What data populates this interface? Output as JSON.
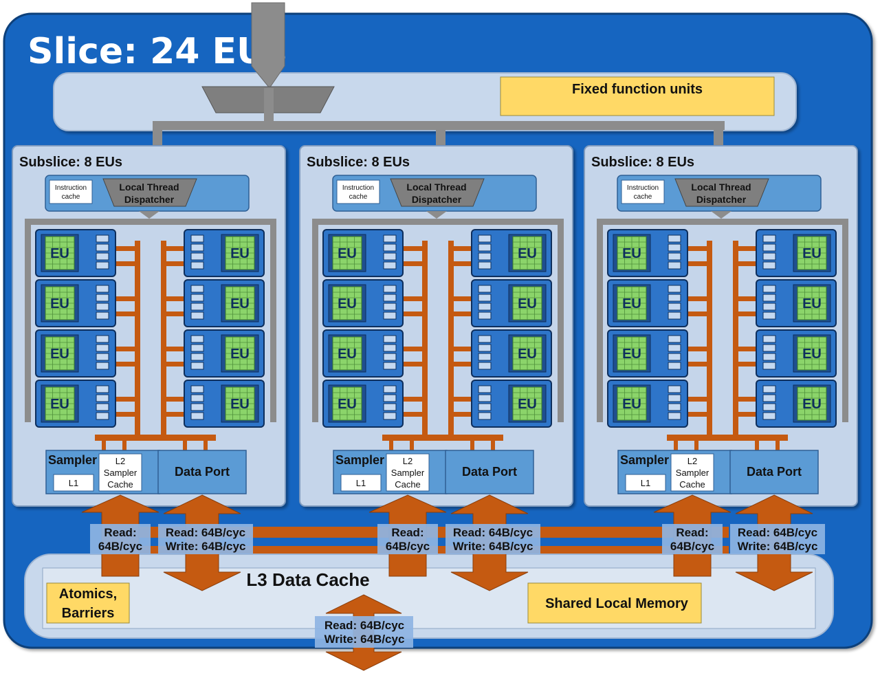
{
  "slice": {
    "title": "Slice: 24 EUs"
  },
  "fixed_function": {
    "label": "Fixed function units"
  },
  "subslices": [
    {
      "title": "Subslice: 8 EUs",
      "instruction_cache": [
        "Instruction",
        "cache"
      ],
      "dispatcher": [
        "Local Thread",
        "Dispatcher"
      ],
      "eu_label": "EU",
      "sampler": "Sampler",
      "l1": "L1",
      "l2": [
        "L2",
        "Sampler",
        "Cache"
      ],
      "data_port": "Data Port",
      "read_bw": [
        "Read:",
        "64B/cyc"
      ],
      "rw_bw": [
        "Read: 64B/cyc",
        "Write: 64B/cyc"
      ]
    },
    {
      "title": "Subslice: 8 EUs",
      "instruction_cache": [
        "Instruction",
        "cache"
      ],
      "dispatcher": [
        "Local Thread",
        "Dispatcher"
      ],
      "eu_label": "EU",
      "sampler": "Sampler",
      "l1": "L1",
      "l2": [
        "L2",
        "Sampler",
        "Cache"
      ],
      "data_port": "Data Port",
      "read_bw": [
        "Read:",
        "64B/cyc"
      ],
      "rw_bw": [
        "Read: 64B/cyc",
        "Write: 64B/cyc"
      ]
    },
    {
      "title": "Subslice: 8 EUs",
      "instruction_cache": [
        "Instruction",
        "cache"
      ],
      "dispatcher": [
        "Local Thread",
        "Dispatcher"
      ],
      "eu_label": "EU",
      "sampler": "Sampler",
      "l1": "L1",
      "l2": [
        "L2",
        "Sampler",
        "Cache"
      ],
      "data_port": "Data Port",
      "read_bw": [
        "Read:",
        "64B/cyc"
      ],
      "rw_bw": [
        "Read: 64B/cyc",
        "Write: 64B/cyc"
      ]
    }
  ],
  "l3": {
    "title": "L3 Data Cache",
    "atomics": [
      "Atomics,",
      "Barriers"
    ],
    "shared_local_memory": "Shared Local Memory",
    "bottom_bw": [
      "Read: 64B/cyc",
      "Write: 64B/cyc"
    ]
  },
  "colors": {
    "slice_bg": "#1565c0",
    "slice_border": "#0d3f7a",
    "panel_light": "#c8d8ec",
    "subslice_bg": "#c5d5ea",
    "eu_blue": "#2e75c9",
    "eu_green": "#8bd46a",
    "orange": "#c55a11",
    "gray_bus": "#8c8c8c",
    "yellow": "#ffd966",
    "label_box": "#8eb4e3"
  }
}
